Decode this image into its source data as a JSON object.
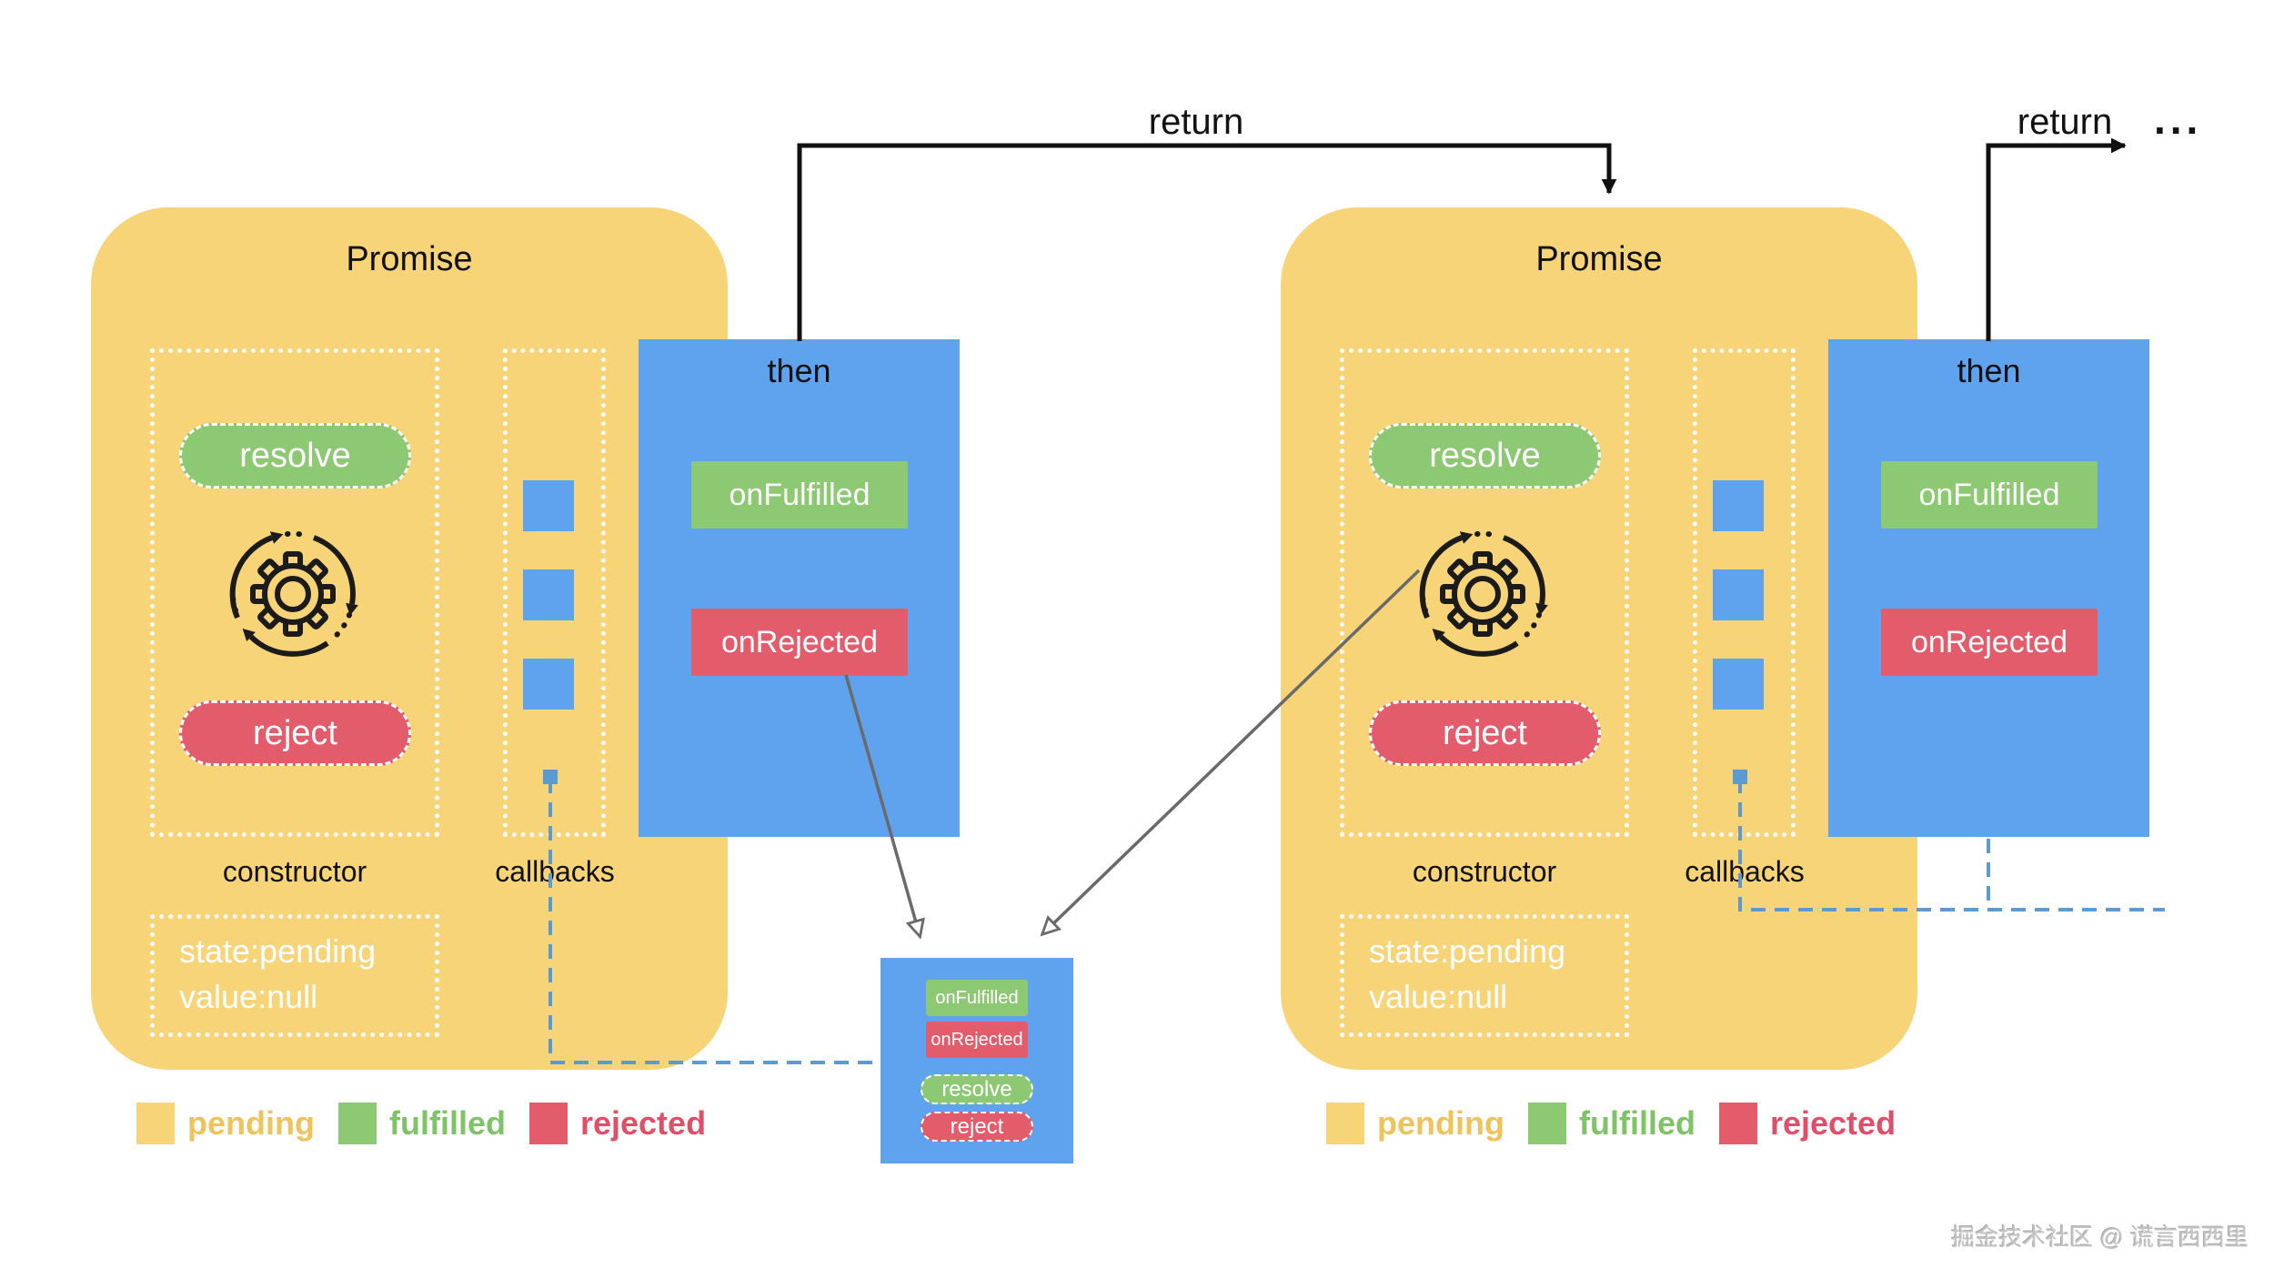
{
  "colors": {
    "pending_yellow": "#F8D479",
    "fulfilled_green": "#8DC973",
    "rejected_red": "#E25C6C",
    "then_blue": "#5FA3EF",
    "dashed_blue": "#5B9BD5",
    "arrow_gray": "#6a6a6a",
    "text_black": "#111111"
  },
  "promise": {
    "title": "Promise",
    "resolve_label": "resolve",
    "reject_label": "reject",
    "constructor_label": "constructor",
    "callbacks_label": "callbacks",
    "state_line1": "state:pending",
    "state_line2": "value:null"
  },
  "then_box": {
    "title": "then",
    "on_fulfilled_label": "onFulfilled",
    "on_rejected_label": "onRejected"
  },
  "middle_box": {
    "on_fulfilled_label": "onFulfilled",
    "on_rejected_label": "onRejected",
    "resolve_label": "resolve",
    "reject_label": "reject"
  },
  "connectors": {
    "return_label_left": "return",
    "return_label_right": "return",
    "ellipsis": "..."
  },
  "legend": {
    "pending_label": "pending",
    "fulfilled_label": "fulfilled",
    "rejected_label": "rejected"
  },
  "watermark_text": "掘金技术社区 @ 谎言西西里"
}
